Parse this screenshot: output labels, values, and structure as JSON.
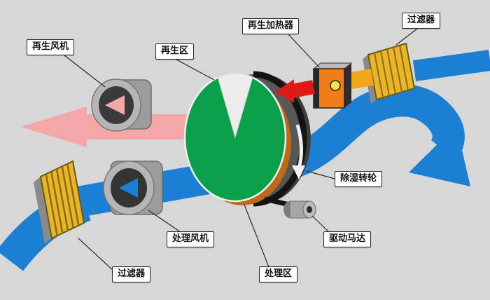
{
  "diagram": {
    "labels": {
      "regen_fan": "再生风机",
      "regen_zone": "再生区",
      "regen_heater": "再生加热器",
      "filter_top": "过滤器",
      "dehumidifier_wheel": "除湿转轮",
      "drive_motor": "驱动马达",
      "process_fan": "处理风机",
      "process_zone": "处理区",
      "filter_bottom": "过滤器"
    },
    "colors": {
      "background": "#d7d7d7",
      "process_air_blue": "#1b7fd4",
      "regen_exhaust_pink": "#f4a7a7",
      "hot_air_red": "#e01818",
      "heater_orange": "#f07d1a",
      "wheel_green": "#0aa04a",
      "wheel_desiccant_orange": "#c06818",
      "filter_yellow": "#e8b428",
      "metal_gray": "#9c9c9c"
    }
  }
}
